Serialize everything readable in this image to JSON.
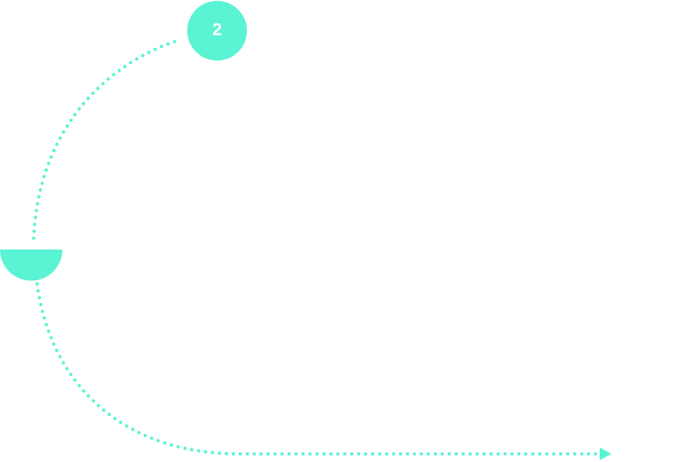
{
  "diagram": {
    "step_number": "2",
    "accent_color": "#5af3d4",
    "text_color": "#ffffff",
    "connector_style": "dotted",
    "end_marker": "arrow-right"
  }
}
